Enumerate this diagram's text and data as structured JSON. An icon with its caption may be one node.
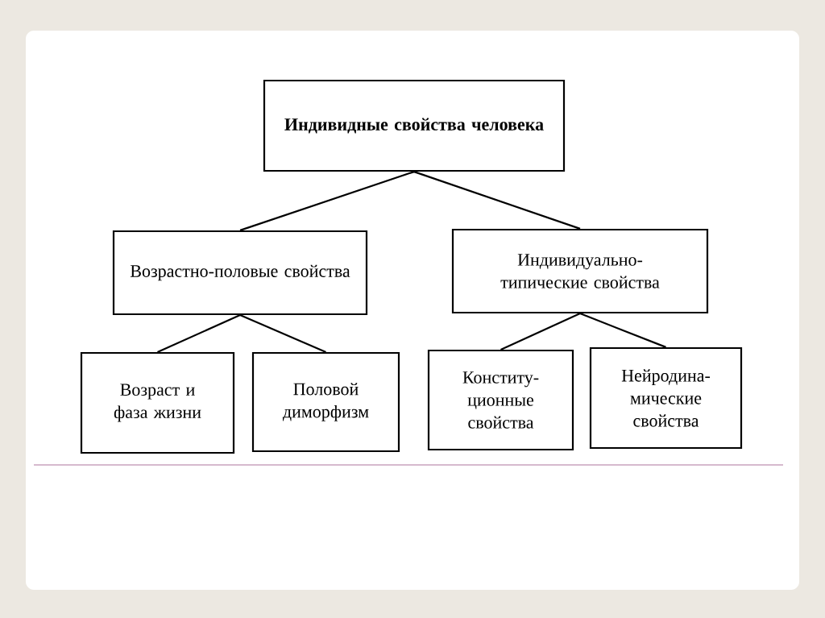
{
  "diagram": {
    "nodes": [
      {
        "text": [
          "Индивидные свойства человека"
        ]
      },
      {
        "text": [
          "Возрастно-половые свойства"
        ]
      },
      {
        "text": [
          "Индивидуально- типические свойства"
        ]
      },
      {
        "text": [
          "Возраст и фаза жизни"
        ]
      },
      {
        "text": [
          "Половой диморфизм"
        ]
      },
      {
        "text": [
          "Конститу- ционные свойства"
        ]
      },
      {
        "text": [
          "Нейродина- мические свойства"
        ]
      }
    ],
    "edges": [
      {
        "from": 0,
        "to": 1,
        "arrow": "none"
      },
      {
        "from": 0,
        "to": 2,
        "arrow": "none"
      },
      {
        "from": 1,
        "to": 3,
        "arrow": "none"
      },
      {
        "from": 1,
        "to": 4,
        "arrow": "none"
      },
      {
        "from": 2,
        "to": 5,
        "arrow": "none"
      },
      {
        "from": 2,
        "to": 6,
        "arrow": "none"
      }
    ]
  }
}
